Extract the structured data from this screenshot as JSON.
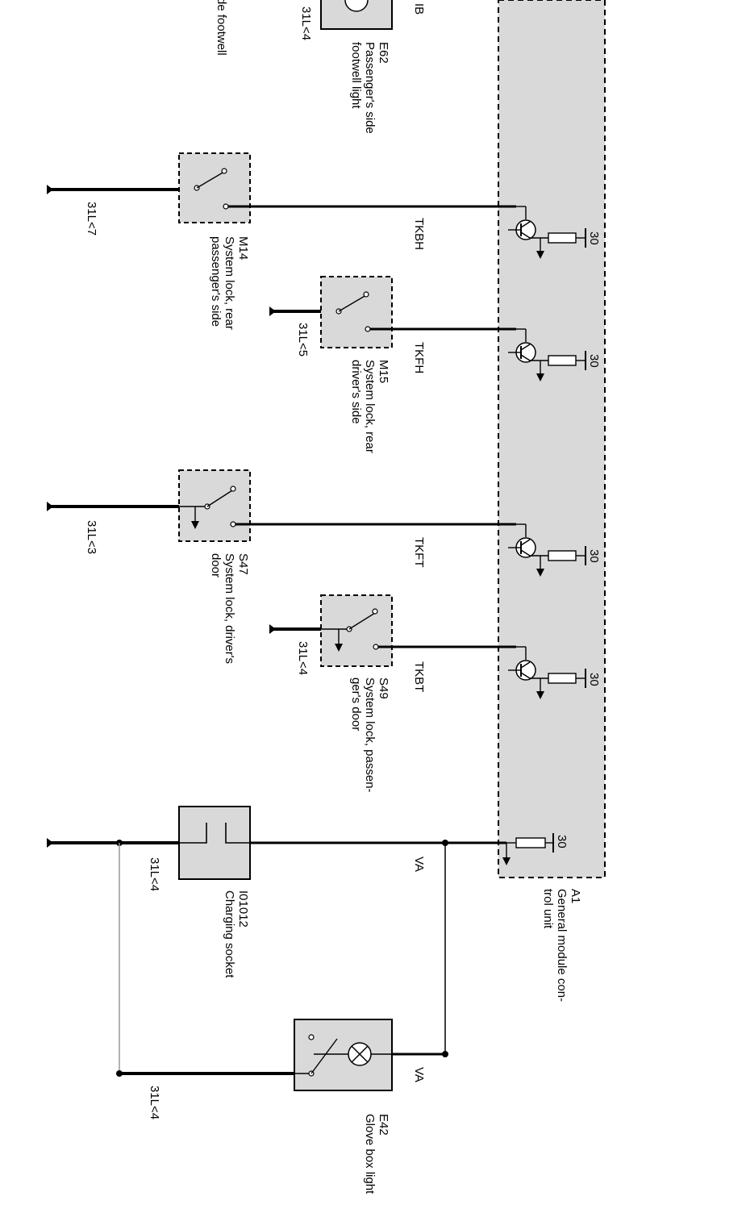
{
  "labels": {
    "partial_top": "de footwell",
    "partial_ib": "IB",
    "e62_ground": "31L<4",
    "e62": "E62\nPassenger's side\nfootwell light",
    "m14_ground": "31L<7",
    "m14": "M14\nSystem lock, rear\npassenger's side",
    "m15_ground": "31L<5",
    "m15": "M15\nSystem lock, rear\ndriver's side",
    "s47_ground": "31L<3",
    "s47": "S47\nSystem lock, driver's\ndoor",
    "s49_ground": "31L<4",
    "s49": "S49\nSystem lock, passen-\nger's door",
    "i01012_ground": "31L<4",
    "i01012": "I01012\nCharging socket",
    "e42_ground": "31L<4",
    "e42": "E42\nGlove box light",
    "a1": "A1\nGeneral module con-\ntrol unit"
  },
  "signals": {
    "tkbh": "TKBH",
    "tkfh": "TKFH",
    "tkft": "TKFT",
    "tkbt": "TKBT",
    "va1": "VA",
    "va2": "VA"
  },
  "terminals": {
    "t1": "30",
    "t2": "30",
    "t3": "30",
    "t4": "30",
    "t5": "30"
  }
}
